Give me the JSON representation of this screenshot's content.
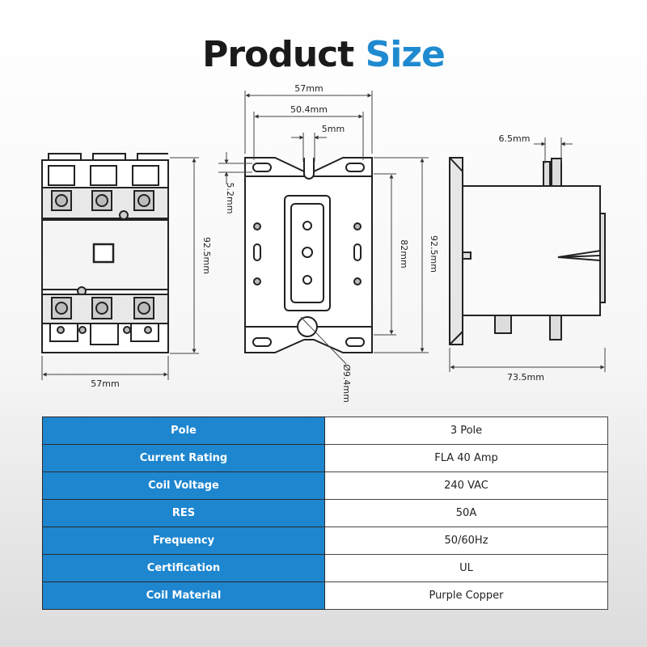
{
  "title": {
    "word1": "Product",
    "word2": "Size"
  },
  "dimensions": {
    "front_width": "57mm",
    "front_height": "92.5mm",
    "back_width": "57mm",
    "back_inner_width": "50.4mm",
    "slot_width": "5mm",
    "slot_height": "5.2mm",
    "back_inner_height": "82mm",
    "back_height": "92.5mm",
    "hole_diameter": "Ø9.4mm",
    "side_tab_width": "6.5mm",
    "side_depth": "73.5mm"
  },
  "specs": [
    {
      "label": "Pole",
      "value": "3 Pole"
    },
    {
      "label": "Current Rating",
      "value": "FLA 40 Amp"
    },
    {
      "label": "Coil Voltage",
      "value": "240 VAC"
    },
    {
      "label": "RES",
      "value": "50A"
    },
    {
      "label": "Frequency",
      "value": "50/60Hz"
    },
    {
      "label": "Certification",
      "value": "UL"
    },
    {
      "label": "Coil Material",
      "value": "Purple Copper"
    }
  ],
  "colors": {
    "accent": "#1e86cf",
    "ink": "#1a1a1a"
  }
}
